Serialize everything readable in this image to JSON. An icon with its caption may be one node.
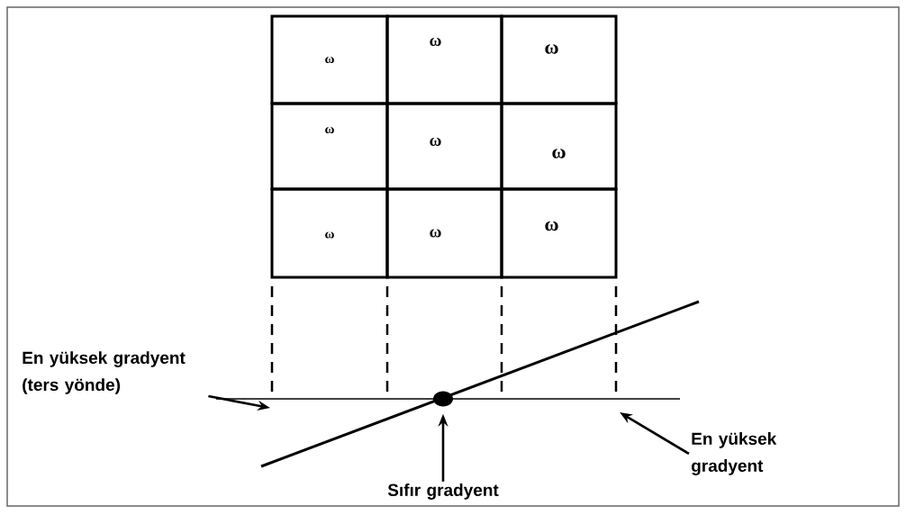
{
  "diagram": {
    "nodes": [
      {
        "text": [
          "ω"
        ]
      },
      {
        "text": [
          "ω"
        ]
      },
      {
        "text": [
          "ω"
        ]
      },
      {
        "text": [
          "ω"
        ]
      },
      {
        "text": [
          "ω"
        ]
      },
      {
        "text": [
          "ω"
        ]
      },
      {
        "text": [
          "ω"
        ]
      },
      {
        "text": [
          "ω"
        ]
      },
      {
        "text": [
          "ω"
        ]
      },
      {
        "text": [],
        "shape": "circle"
      },
      {
        "text": [
          "En yüksek gradyent (ters yönde)"
        ]
      },
      {
        "text": [
          "Sıfır gradyent"
        ]
      },
      {
        "text": [
          "En yüksek gradyent"
        ]
      }
    ],
    "edges": [
      {
        "from": 10,
        "to": null,
        "arrow": "to"
      },
      {
        "from": 11,
        "to": 9,
        "arrow": "to"
      },
      {
        "from": 12,
        "to": null,
        "arrow": "to"
      }
    ]
  }
}
